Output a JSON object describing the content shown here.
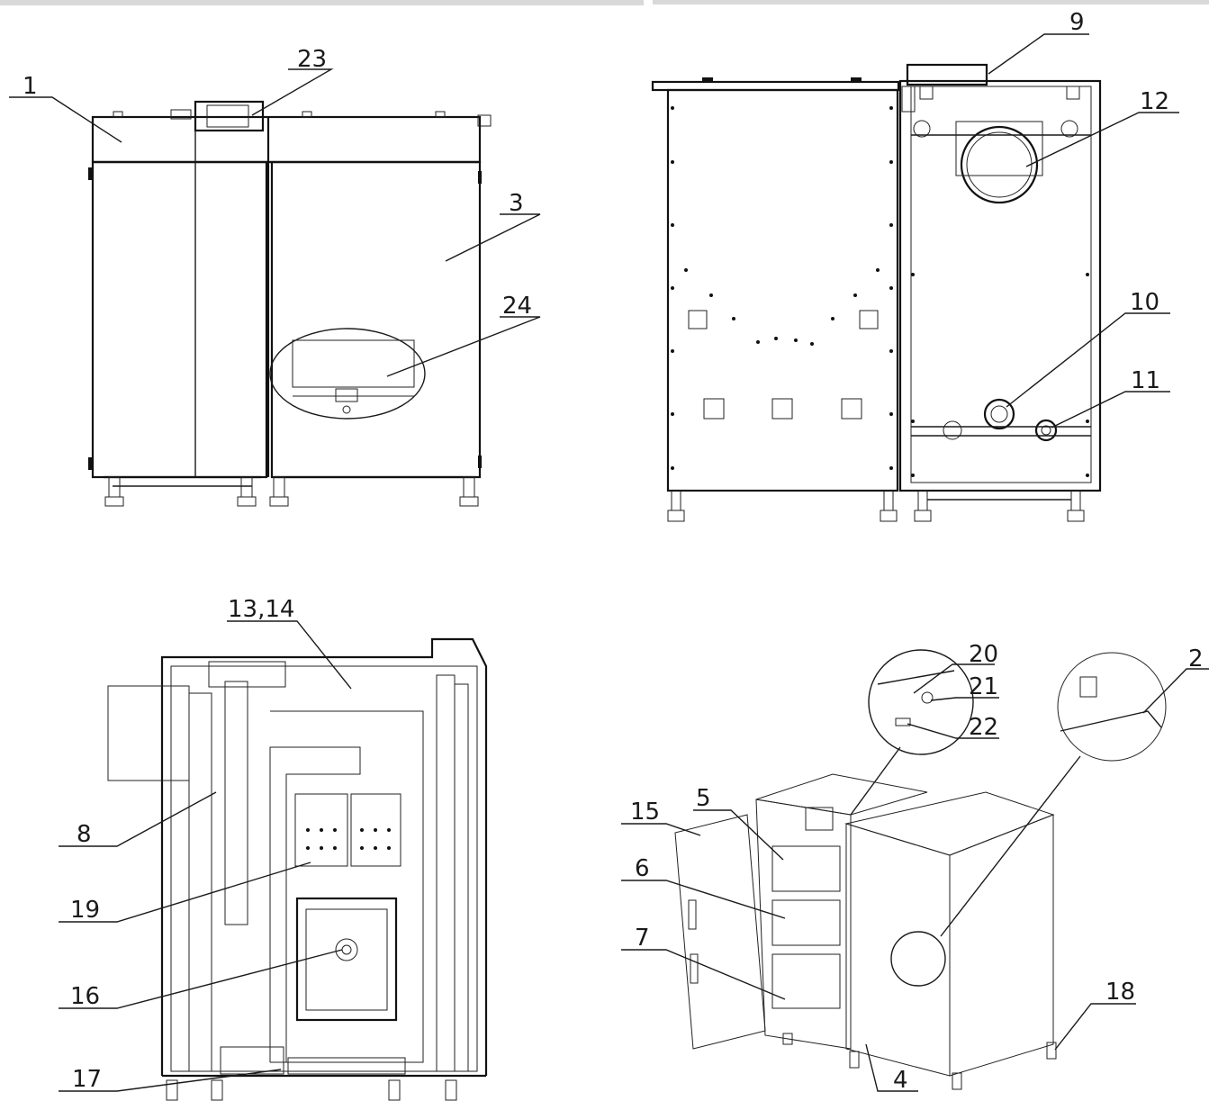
{
  "views": {
    "front": {
      "labels": [
        "1",
        "23",
        "3",
        "24"
      ]
    },
    "rear": {
      "labels": [
        "9",
        "12",
        "10",
        "11"
      ]
    },
    "section": {
      "labels": [
        "13,14",
        "8",
        "19",
        "16",
        "17"
      ]
    },
    "isometric": {
      "labels": [
        "20",
        "21",
        "22",
        "2",
        "15",
        "5",
        "6",
        "7",
        "18",
        "4"
      ]
    }
  },
  "colors": {
    "line": "#1a1a1a",
    "background": "#ffffff",
    "top_bar": "#d9d9d9"
  }
}
